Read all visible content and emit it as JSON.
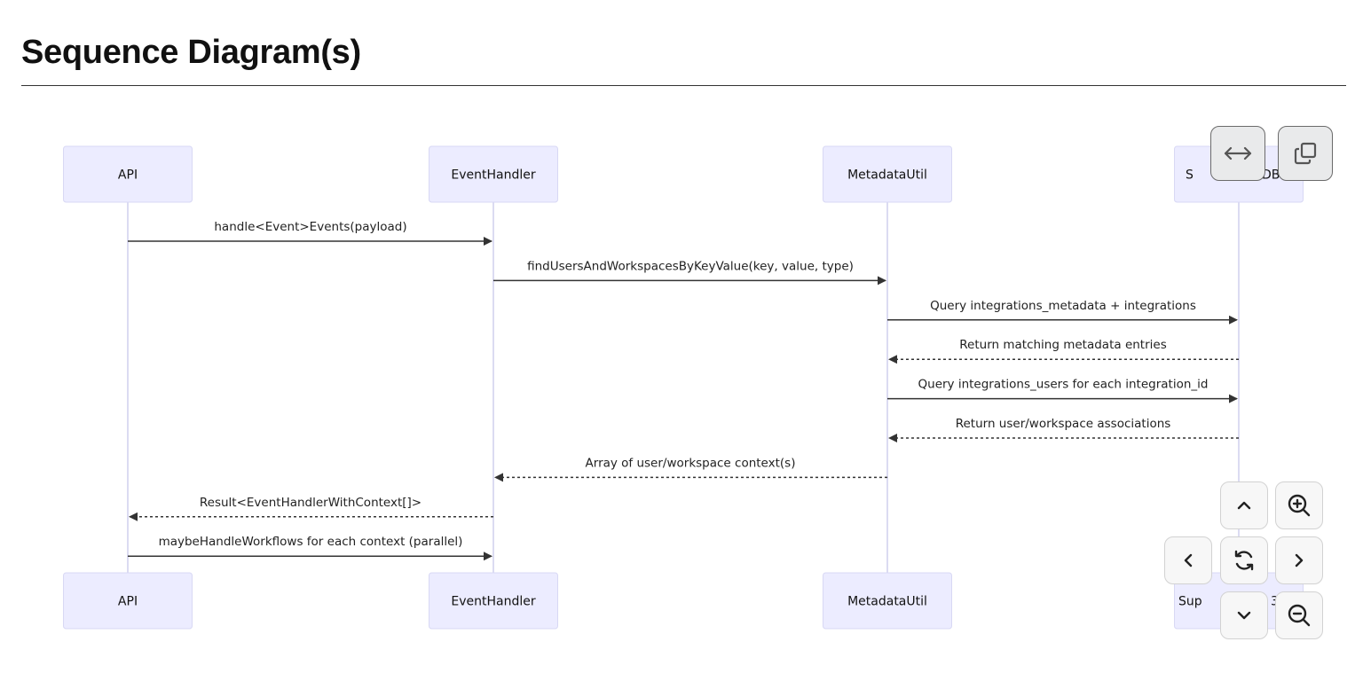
{
  "page": {
    "title": "Sequence Diagram(s)"
  },
  "diagram": {
    "participants": [
      "API",
      "EventHandler",
      "MetadataUtil",
      "SupabaseDB"
    ],
    "participant_labels_visible": {
      "top": [
        "API",
        "EventHandler",
        "MetadataUtil",
        "S",
        "DB"
      ],
      "bottom": [
        "API",
        "EventHandler",
        "MetadataUtil",
        "Sup",
        "3"
      ]
    },
    "messages": [
      {
        "from": 0,
        "to": 1,
        "label": "handle<Event>Events(payload)",
        "style": "solid"
      },
      {
        "from": 1,
        "to": 2,
        "label": "findUsersAndWorkspacesByKeyValue(key, value, type)",
        "style": "solid"
      },
      {
        "from": 2,
        "to": 3,
        "label": "Query integrations_metadata + integrations",
        "style": "solid"
      },
      {
        "from": 3,
        "to": 2,
        "label": "Return matching metadata entries",
        "style": "dotted"
      },
      {
        "from": 2,
        "to": 3,
        "label": "Query integrations_users for each integration_id",
        "style": "solid"
      },
      {
        "from": 3,
        "to": 2,
        "label": "Return user/workspace associations",
        "style": "dotted"
      },
      {
        "from": 2,
        "to": 1,
        "label": "Array of user/workspace context(s)",
        "style": "dotted"
      },
      {
        "from": 1,
        "to": 0,
        "label": "Result<EventHandlerWithContext[]>",
        "style": "dotted"
      },
      {
        "from": 0,
        "to": 1,
        "label": "maybeHandleWorkflows for each context (parallel)",
        "style": "solid"
      }
    ]
  },
  "controls": {
    "top": [
      {
        "name": "fit-width-button",
        "icon": "arrows-horizontal-icon"
      },
      {
        "name": "copy-button",
        "icon": "copy-icon"
      }
    ],
    "nav": [
      {
        "name": "pan-up-button",
        "icon": "chevron-up-icon"
      },
      {
        "name": "zoom-in-button",
        "icon": "zoom-in-icon"
      },
      {
        "name": "pan-left-button",
        "icon": "chevron-left-icon"
      },
      {
        "name": "reset-view-button",
        "icon": "refresh-icon"
      },
      {
        "name": "pan-right-button",
        "icon": "chevron-right-icon"
      },
      {
        "name": "pan-down-button",
        "icon": "chevron-down-icon"
      },
      {
        "name": "zoom-out-button",
        "icon": "zoom-out-icon"
      }
    ]
  }
}
